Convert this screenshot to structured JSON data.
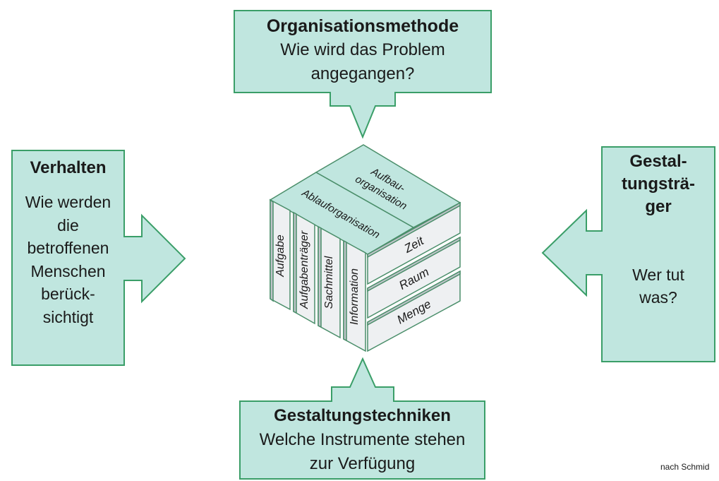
{
  "top": {
    "title": "Organisationsmethode",
    "line1": "Wie wird das Problem",
    "line2": "angegangen?"
  },
  "left": {
    "title": "Verhalten",
    "lines": [
      "Wie werden",
      "die",
      "betroffenen",
      "Menschen",
      "berück-",
      "sichtigt"
    ]
  },
  "right": {
    "title_lines": [
      "Gestal-",
      "tungsträ-",
      "ger"
    ],
    "lines": [
      "Wer tut",
      "was?"
    ]
  },
  "bottom": {
    "title": "Gestaltungstechniken",
    "line1": "Welche Instrumente stehen",
    "line2": "zur Verfügung"
  },
  "cube": {
    "top_faces": [
      "Aufbau-",
      "organisation",
      "Ablauforganisation"
    ],
    "front_faces": [
      "Aufgabe",
      "Aufgabenträger",
      "Sachmittel",
      "Information"
    ],
    "right_faces": [
      "Zeit",
      "Raum",
      "Menge"
    ]
  },
  "footnote": "nach Schmid",
  "colors": {
    "box_fill": "#c0e6df",
    "box_stroke": "#3a9e68",
    "cube_face_fill": "#eef0f2",
    "cube_side_fill": "#bfc4c9"
  }
}
